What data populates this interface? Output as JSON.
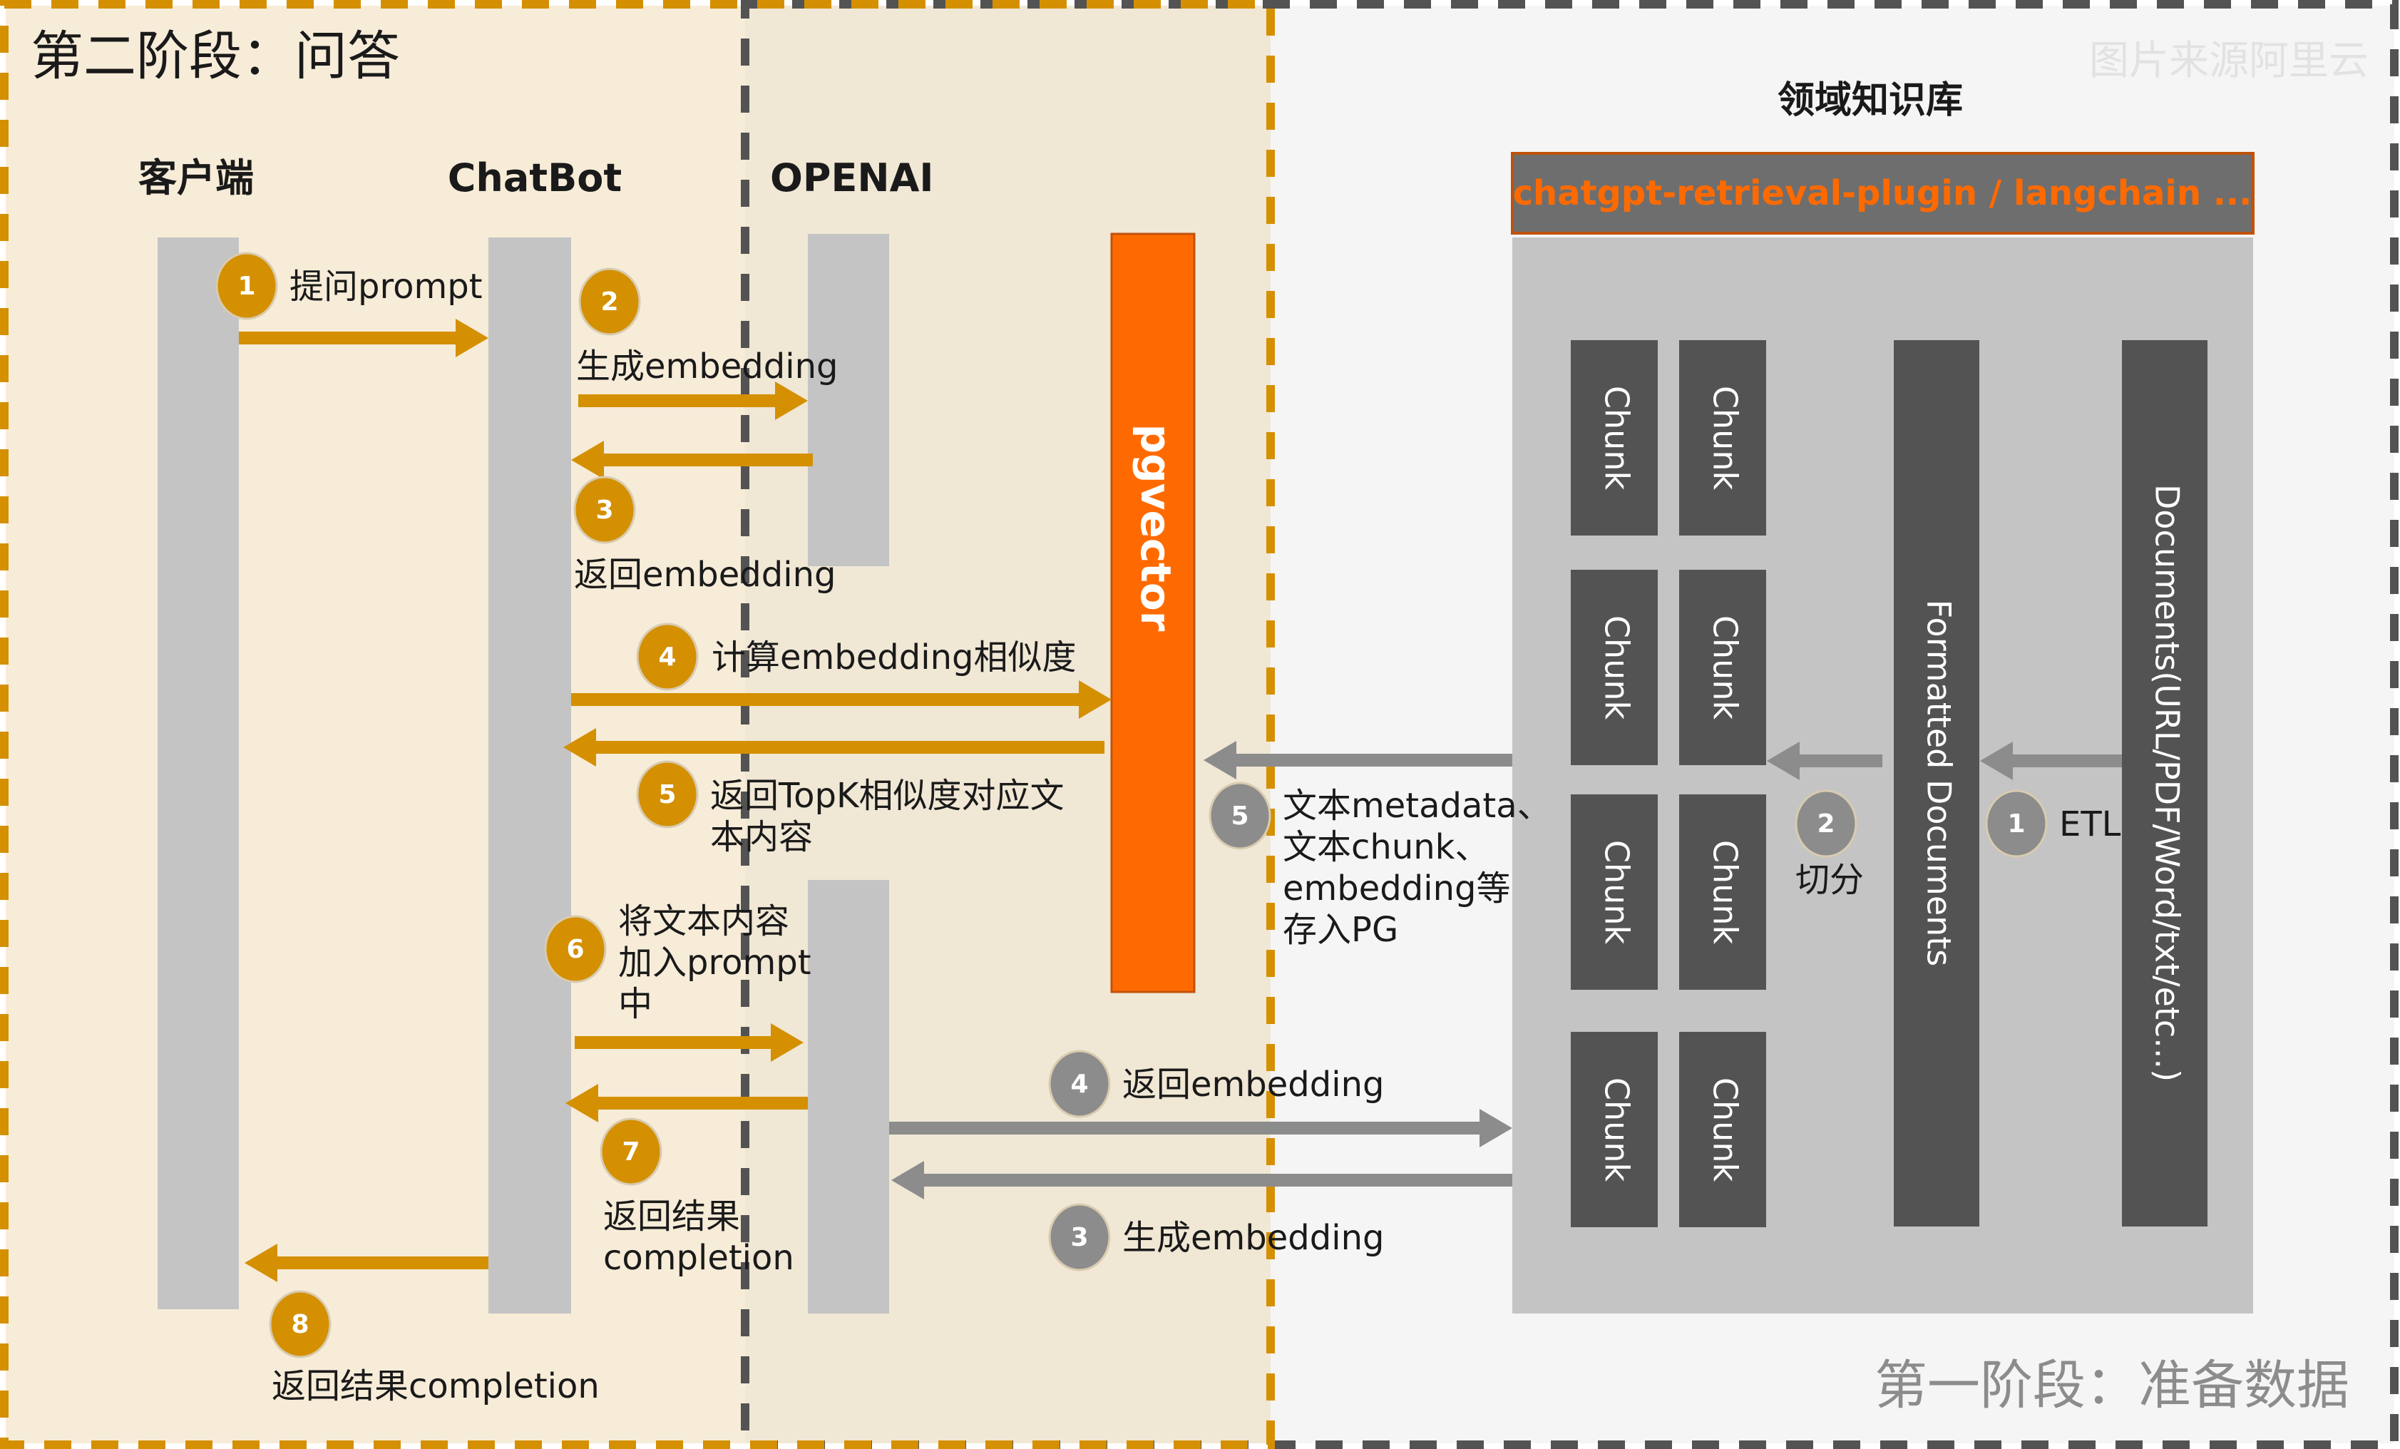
{
  "colors": {
    "accent": "#d49000",
    "phase2_fill": "#f7ecd8",
    "overlap_fill": "#f0e7d5",
    "phase1_fill": "#f5f5f5",
    "lifeline": "#c4c4c4",
    "pgvector": "#ff6a00",
    "dark_box": "#535353",
    "header_box": "#6e6e6e",
    "gray_arrow": "#8c8c8c",
    "phase1_title": "#8c8c8c",
    "watermark": "#e2e2e2"
  },
  "phase2": {
    "title": "第二阶段：问答",
    "participants": {
      "client": "客户端",
      "chatbot": "ChatBot",
      "openai": "OPENAI"
    },
    "pgvector_label": "pgvector",
    "steps": [
      {
        "num": "1",
        "lines": [
          "提问prompt"
        ],
        "direction": "right",
        "from": "client",
        "to": "chatbot"
      },
      {
        "num": "2",
        "lines": [
          "生成embedding"
        ],
        "direction": "right",
        "from": "chatbot",
        "to": "openai"
      },
      {
        "num": "3",
        "lines": [
          "返回embedding"
        ],
        "direction": "left",
        "from": "openai",
        "to": "chatbot"
      },
      {
        "num": "4",
        "lines": [
          "计算embedding相似度"
        ],
        "direction": "right",
        "from": "chatbot",
        "to": "pgvector"
      },
      {
        "num": "5",
        "lines": [
          "返回TopK相似度对应文",
          "本内容"
        ],
        "direction": "left",
        "from": "pgvector",
        "to": "chatbot"
      },
      {
        "num": "6",
        "lines": [
          "将文本内容",
          "加入prompt",
          "中"
        ],
        "direction": "right",
        "from": "chatbot",
        "to": "openai"
      },
      {
        "num": "7",
        "lines": [
          "返回结果",
          "completion"
        ],
        "direction": "left",
        "from": "openai",
        "to": "chatbot"
      },
      {
        "num": "8",
        "lines": [
          "返回结果completion"
        ],
        "direction": "left",
        "from": "chatbot",
        "to": "client"
      }
    ]
  },
  "phase1": {
    "title": "第一阶段：准备数据",
    "kb_title": "领域知识库",
    "kb_header": "chatgpt-retrieval-plugin / langchain ...",
    "chunk_label": "Chunk",
    "chunk_count": 8,
    "formatted_label": "Formatted Documents",
    "documents_label": "Documents(URL/PDF/Word/txt/etc...)",
    "steps": [
      {
        "num": "1",
        "lines": [
          "ETL"
        ],
        "direction": "left",
        "from": "documents",
        "to": "formatted"
      },
      {
        "num": "2",
        "lines": [
          "切分"
        ],
        "direction": "left",
        "from": "formatted",
        "to": "chunks"
      },
      {
        "num": "3",
        "lines": [
          "生成embedding"
        ],
        "direction": "left",
        "from": "kb",
        "to": "openai"
      },
      {
        "num": "4",
        "lines": [
          "返回embedding"
        ],
        "direction": "right",
        "from": "openai",
        "to": "kb"
      },
      {
        "num": "5",
        "lines": [
          "文本metadata、",
          "文本chunk、",
          "embedding等",
          "存入PG"
        ],
        "direction": "left",
        "from": "kb",
        "to": "pgvector"
      }
    ]
  },
  "watermark": "图片来源阿里云"
}
